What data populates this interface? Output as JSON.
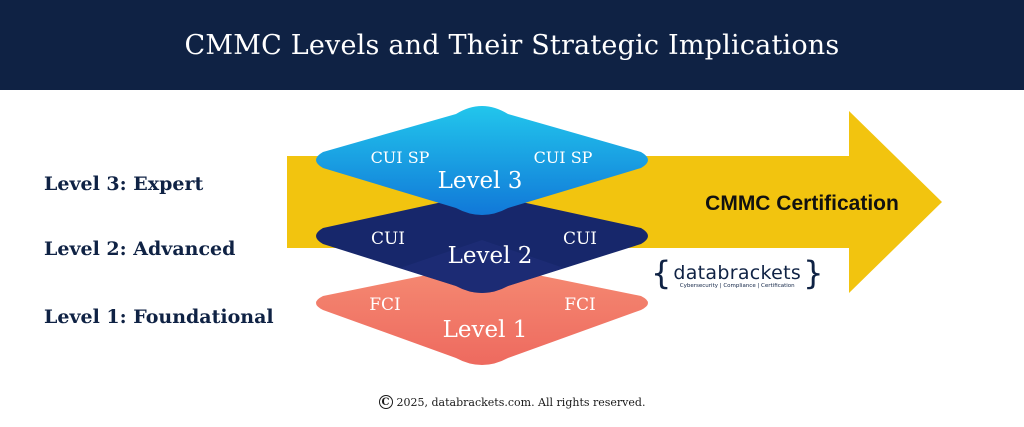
{
  "header": {
    "title": "CMMC Levels and Their Strategic Implications"
  },
  "levels": [
    {
      "label": "Level 3: Expert"
    },
    {
      "label": "Level 2: Advanced"
    },
    {
      "label": "Level 1: Foundational"
    }
  ],
  "diagram": {
    "arrow_label": "CMMC Certification",
    "layers": [
      {
        "name": "Level 3",
        "tag": "CUI SP",
        "color": "#1aa3e8"
      },
      {
        "name": "Level 2",
        "tag": "CUI",
        "color": "#17276b"
      },
      {
        "name": "Level 1",
        "tag": "FCI",
        "color": "#f07a63"
      }
    ],
    "arrow_color": "#f2c40f"
  },
  "brand": {
    "name": "databrackets",
    "tagline": "Cybersecurity | Compliance | Certification"
  },
  "footer": {
    "copyright": "2025, databrackets.com. All rights reserved."
  }
}
